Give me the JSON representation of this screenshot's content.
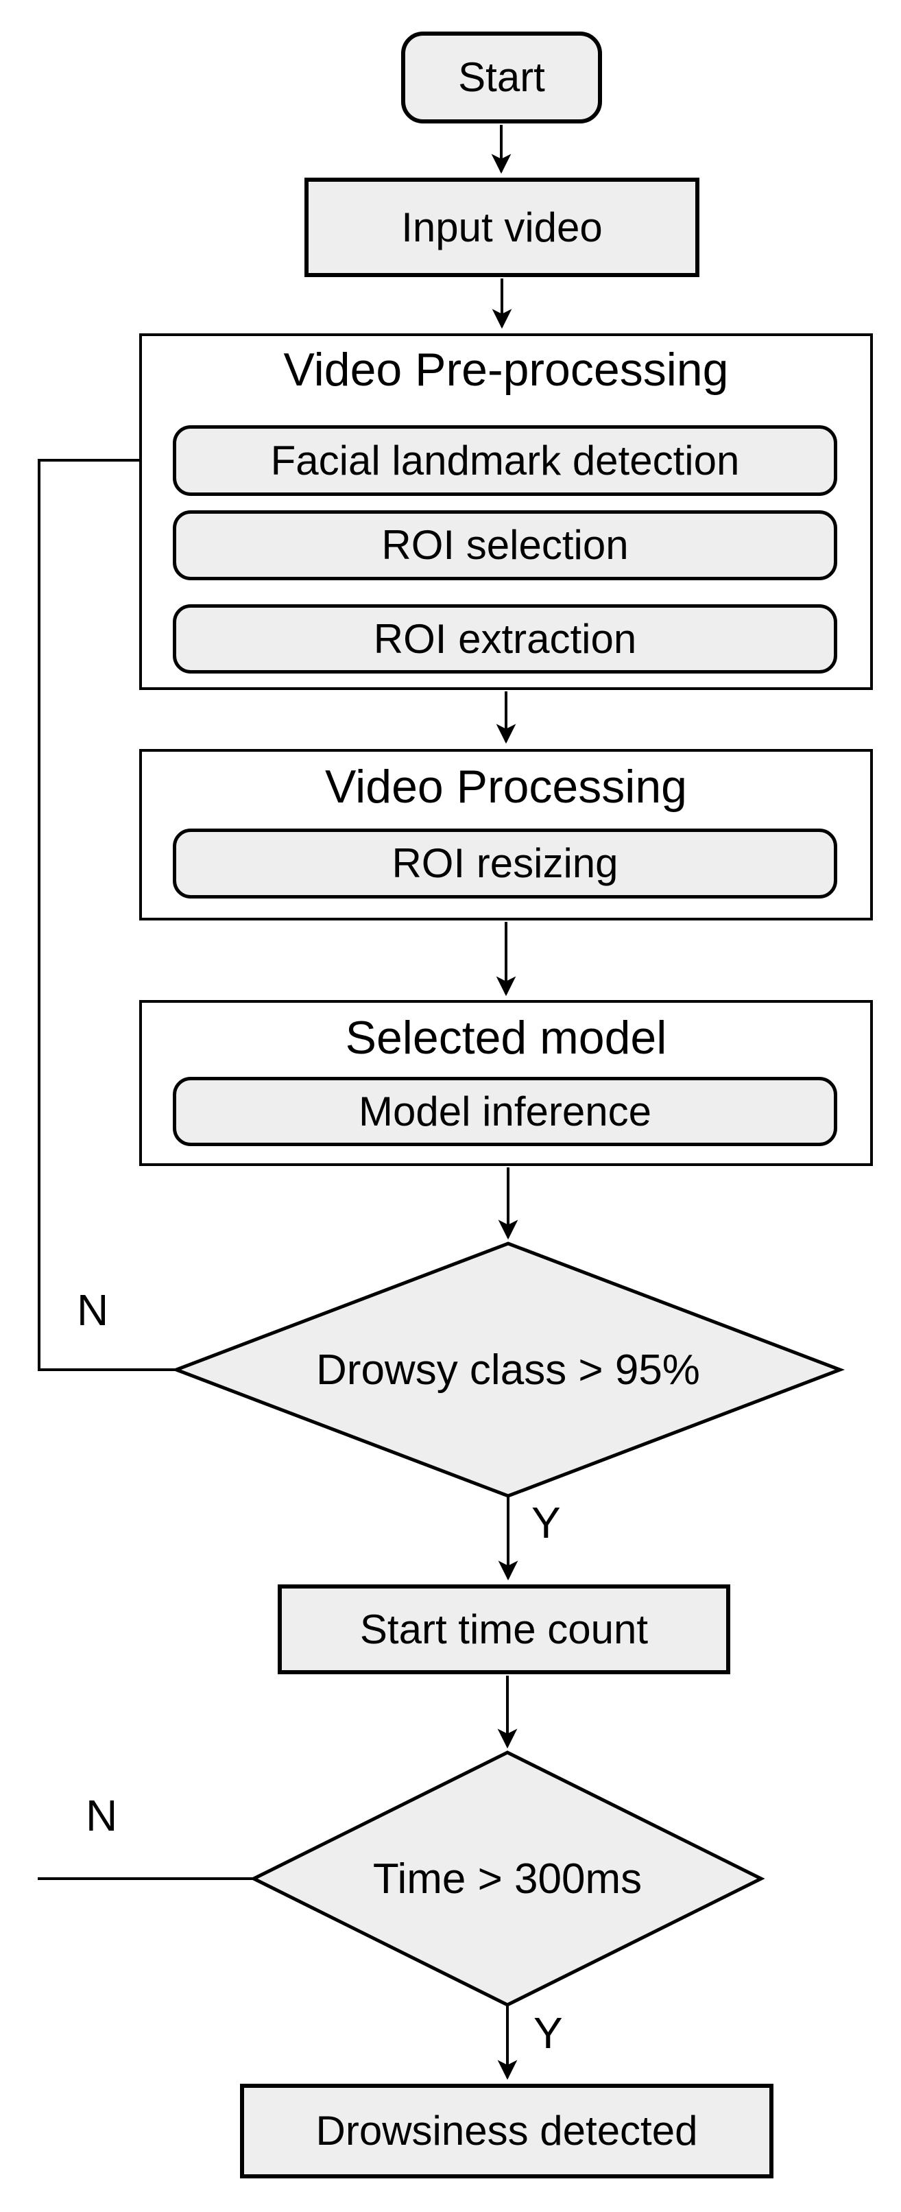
{
  "flowchart": {
    "title_semantic": "Drowsiness detection pipeline flowchart",
    "colors": {
      "node_fill": "#eeeeee",
      "stroke": "#000000",
      "container_fill": "#ffffff",
      "text_color": "#000000",
      "background": "#ffffff"
    },
    "nodes": {
      "start": "Start",
      "input_video": "Input video",
      "video_preprocessing": "Video Pre-processing",
      "facial_landmark_detection": "Facial landmark detection",
      "roi_selection": "ROI selection",
      "roi_extraction": "ROI extraction",
      "video_processing": "Video Processing",
      "roi_resizing": "ROI resizing",
      "selected_model": "Selected model",
      "model_inference": "Model inference",
      "drowsy_decision": "Drowsy class > 95%",
      "start_time_count": "Start time count",
      "time_decision": "Time > 300ms",
      "drowsiness_detected": "Drowsiness detected"
    },
    "edge_labels": {
      "drowsy_no": "N",
      "drowsy_yes": "Y",
      "time_no": "N",
      "time_yes": "Y"
    }
  }
}
